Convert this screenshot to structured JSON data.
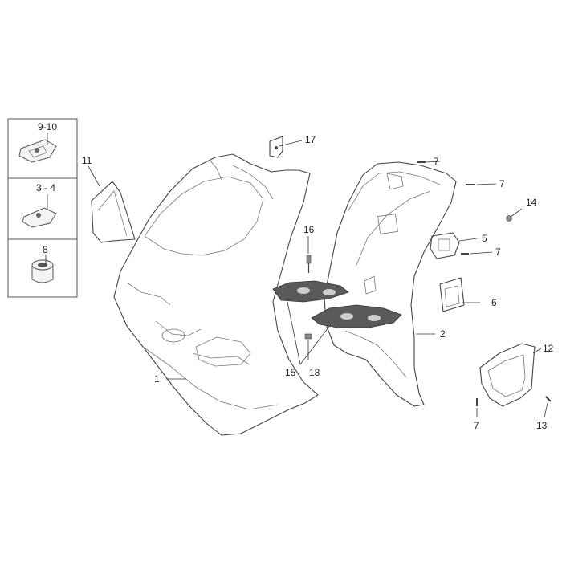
{
  "diagram": {
    "labels": {
      "p1": "1",
      "p2": "2",
      "p5": "5",
      "p6": "6",
      "p7a": "7",
      "p7b": "7",
      "p7c": "7",
      "p7d": "7",
      "p8": "8",
      "p9_10": "9-10",
      "p3_4": "3 - 4",
      "p11": "11",
      "p12": "12",
      "p13": "13",
      "p14": "14",
      "p15": "15",
      "p16": "16",
      "p17": "17",
      "p18": "18"
    }
  }
}
